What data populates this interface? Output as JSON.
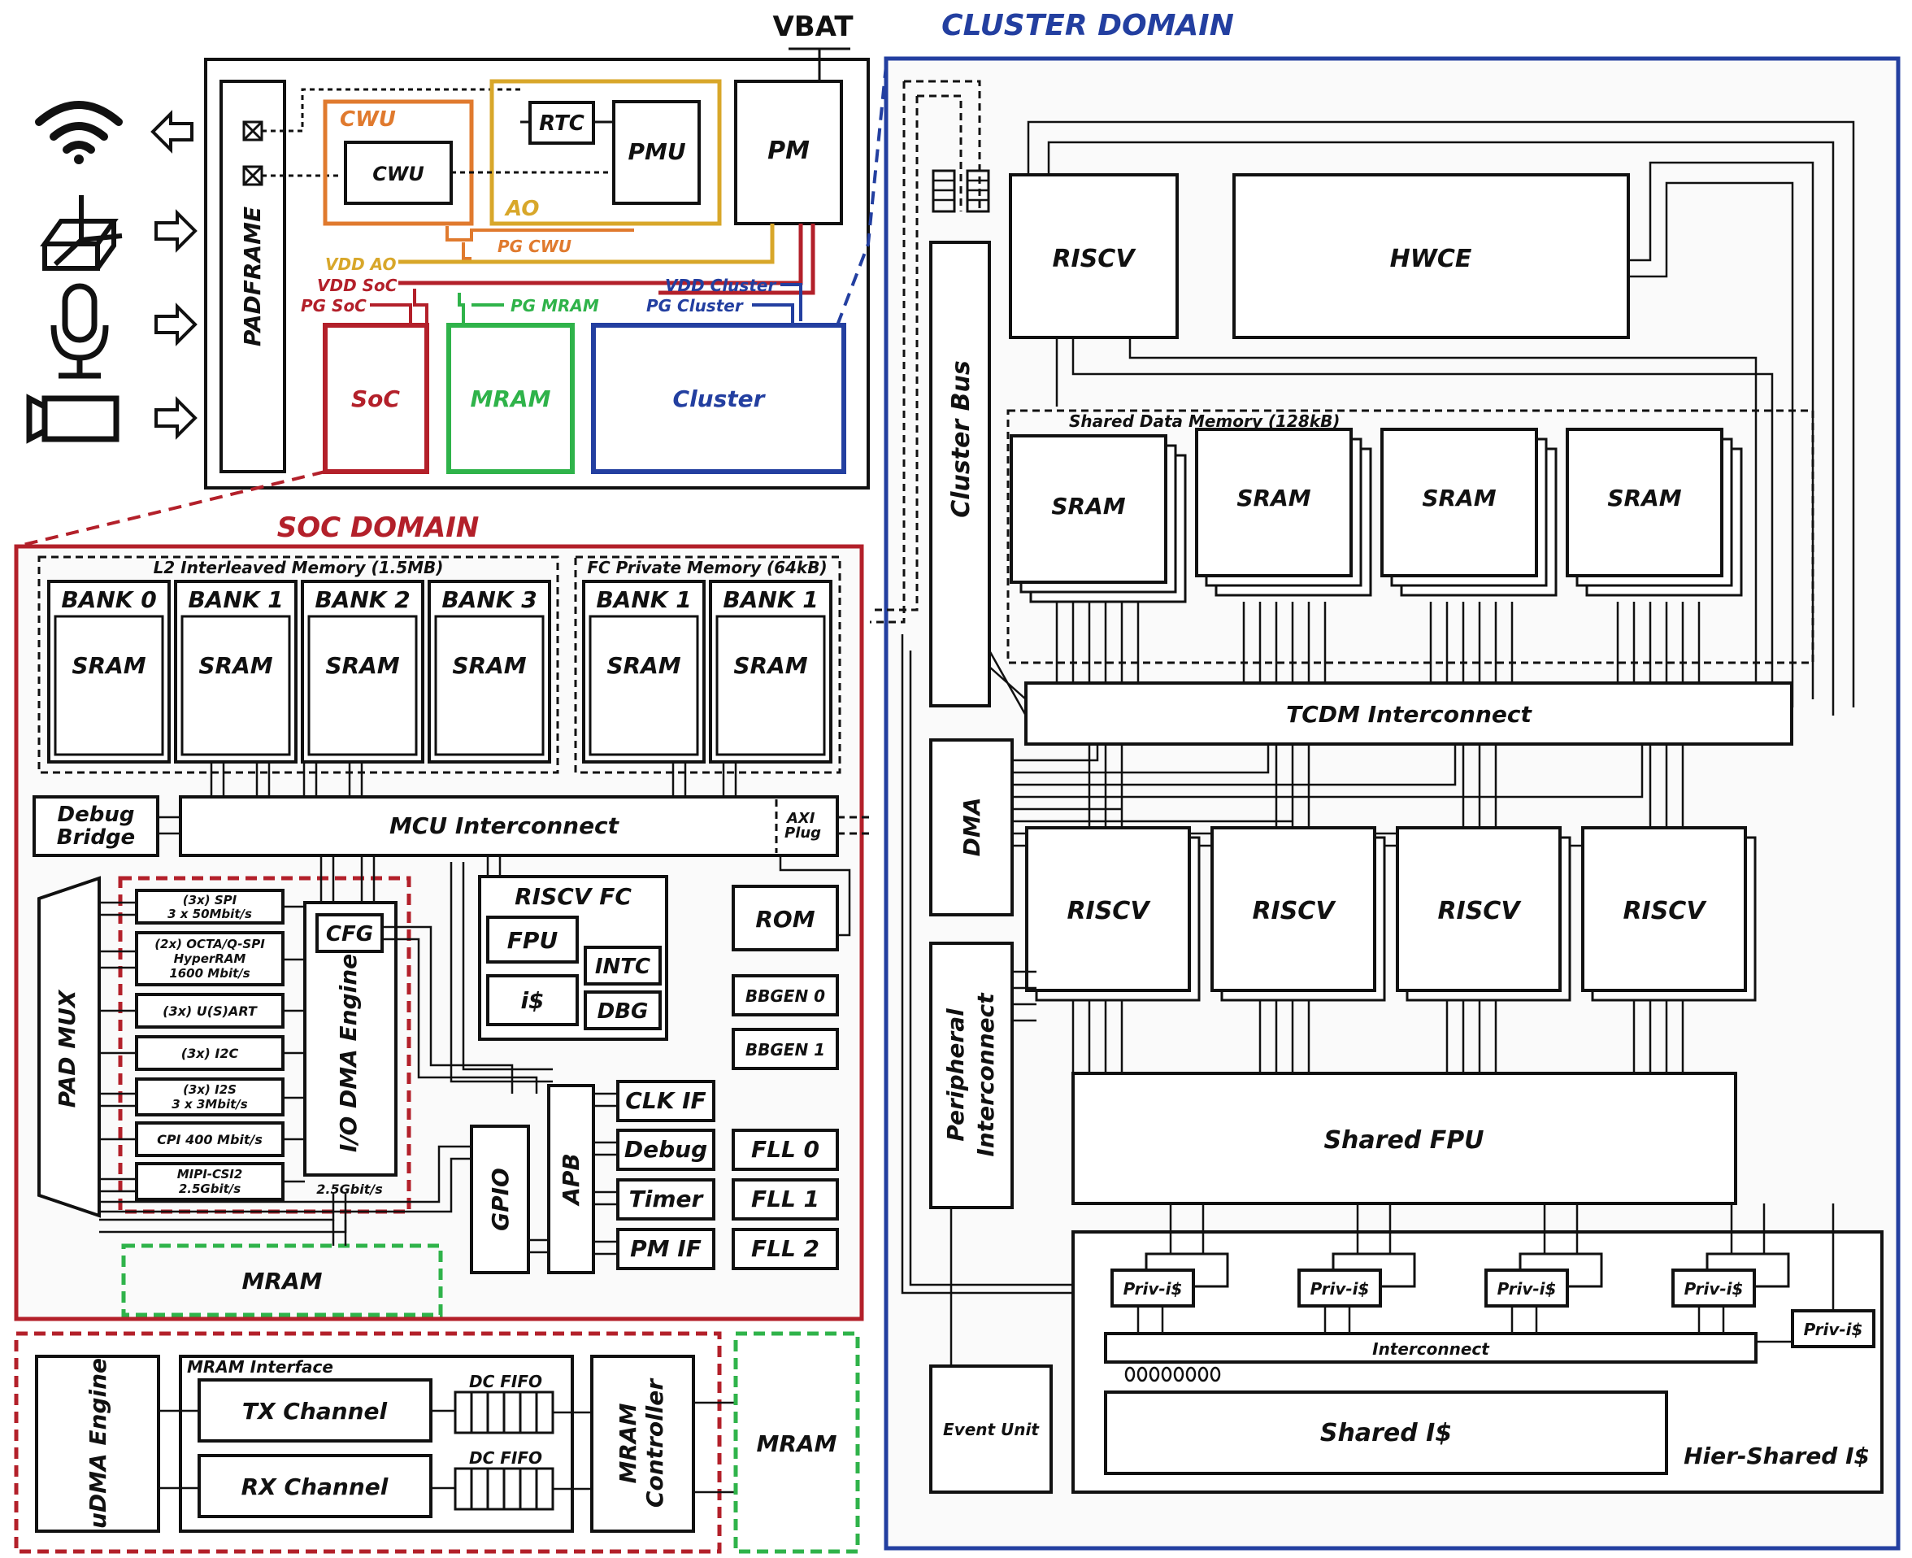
{
  "colors": {
    "soc": "#b3202a",
    "cluster": "#233fa0",
    "mram": "#2fb34a",
    "ao": "#d8a72a",
    "cwu": "#e07a2e",
    "line": "#111111"
  },
  "top": {
    "vbat": "VBAT",
    "cluster_domain_title": "CLUSTER DOMAIN",
    "soc_domain_title": "SOC DOMAIN",
    "sensor_icons": [
      "wifi-icon",
      "motion-sensor-icon",
      "microphone-icon",
      "camera-icon"
    ],
    "padframe": "PADFRAME",
    "cwu_box": "CWU",
    "cwu_inner": "CWU",
    "rtc": "RTC",
    "pmu": "PMU",
    "ao": "AO",
    "pm": "PM",
    "pg_cwu": "PG CWU",
    "vdd_ao": "VDD AO",
    "vdd_soc": "VDD SoC",
    "pg_soc": "PG SoC",
    "pg_mram": "PG MRAM",
    "vdd_cluster": "VDD Cluster",
    "pg_cluster": "PG Cluster",
    "soc": "SoC",
    "mram": "MRAM",
    "cluster": "Cluster"
  },
  "soc": {
    "l2_title": "L2 Interleaved Memory (1.5MB)",
    "fc_title": "FC Private Memory (64kB)",
    "banks": [
      {
        "name": "BANK 0",
        "mem": "SRAM"
      },
      {
        "name": "BANK 1",
        "mem": "SRAM"
      },
      {
        "name": "BANK 2",
        "mem": "SRAM"
      },
      {
        "name": "BANK 3",
        "mem": "SRAM"
      }
    ],
    "fc_banks": [
      {
        "name": "BANK 1",
        "mem": "SRAM"
      },
      {
        "name": "BANK 1",
        "mem": "SRAM"
      }
    ],
    "debug_bridge_1": "Debug",
    "debug_bridge_2": "Bridge",
    "mcu_interconnect": "MCU Interconnect",
    "axi_1": "AXI",
    "axi_2": "Plug",
    "pad_mux": "PAD MUX",
    "peripherals": [
      [
        "(3x) SPI",
        "3 x 50Mbit/s"
      ],
      [
        "(2x) OCTA/Q-SPI",
        "HyperRAM",
        "1600 Mbit/s"
      ],
      [
        "(3x) U(S)ART"
      ],
      [
        "(3x) I2C"
      ],
      [
        "(3x) I2S",
        "3 x 3Mbit/s"
      ],
      [
        "CPI 400 Mbit/s"
      ],
      [
        "MIPI-CSI2",
        "2.5Gbit/s"
      ]
    ],
    "cfg": "CFG",
    "io_dma": "I/O DMA Engine",
    "rate": "2.5Gbit/s",
    "riscv_fc": "RISCV FC",
    "fpu": "FPU",
    "intc": "INTC",
    "icache": "i$",
    "dbg": "DBG",
    "rom": "ROM",
    "bbgen0": "BBGEN 0",
    "bbgen1": "BBGEN 1",
    "gpio": "GPIO",
    "apb": "APB",
    "apb_periphs": [
      "CLK IF",
      "Debug",
      "Timer",
      "PM IF"
    ],
    "flls": [
      "FLL 0",
      "FLL 1",
      "FLL 2"
    ],
    "mram": "MRAM"
  },
  "mram_if": {
    "udma": "uDMA Engine",
    "title": "MRAM Interface",
    "tx": "TX Channel",
    "rx": "RX Channel",
    "fifo": "DC FIFO",
    "controller_1": "MRAM",
    "controller_2": "Controller",
    "mram": "MRAM"
  },
  "cluster": {
    "cluster_bus": "Cluster Bus",
    "riscv": "RISCV",
    "hwce": "HWCE",
    "shared_mem_title": "Shared Data Memory (128kB)",
    "srams": [
      "SRAM",
      "SRAM",
      "SRAM",
      "SRAM"
    ],
    "tcdm": "TCDM Interconnect",
    "dma": "DMA",
    "cores": [
      "RISCV",
      "RISCV",
      "RISCV",
      "RISCV"
    ],
    "peripheral_1": "Peripheral",
    "peripheral_2": "Interconnect",
    "shared_fpu": "Shared FPU",
    "priv_i": "Priv-i$",
    "interconnect": "Interconnect",
    "shared_i": "Shared I$",
    "hier": "Hier-Shared I$",
    "event_unit": "Event Unit"
  }
}
